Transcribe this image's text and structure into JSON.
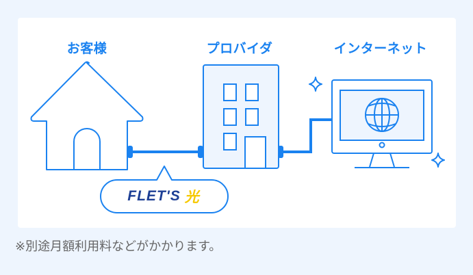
{
  "colors": {
    "page_background": "#eef5fe",
    "card_background": "#ffffff",
    "line": "#1a82f0",
    "fill_light": "#eef5fe",
    "flets_blue": "#1d3f95",
    "flets_yellow": "#f6c900",
    "note_text": "#666666"
  },
  "diagram": {
    "nodes": [
      {
        "id": "customer",
        "label": "お客様",
        "icon": "house-icon"
      },
      {
        "id": "provider",
        "label": "プロバイダ",
        "icon": "building-icon"
      },
      {
        "id": "internet",
        "label": "インターネット",
        "icon": "monitor-globe-icon"
      }
    ],
    "connection": {
      "from": "customer",
      "to": "provider",
      "service_name": "FLET'S",
      "service_suffix": "光"
    },
    "decorations": [
      "sparkle-icon",
      "sparkle-icon"
    ]
  },
  "footnote": "※別途月額利用料などがかかります。"
}
